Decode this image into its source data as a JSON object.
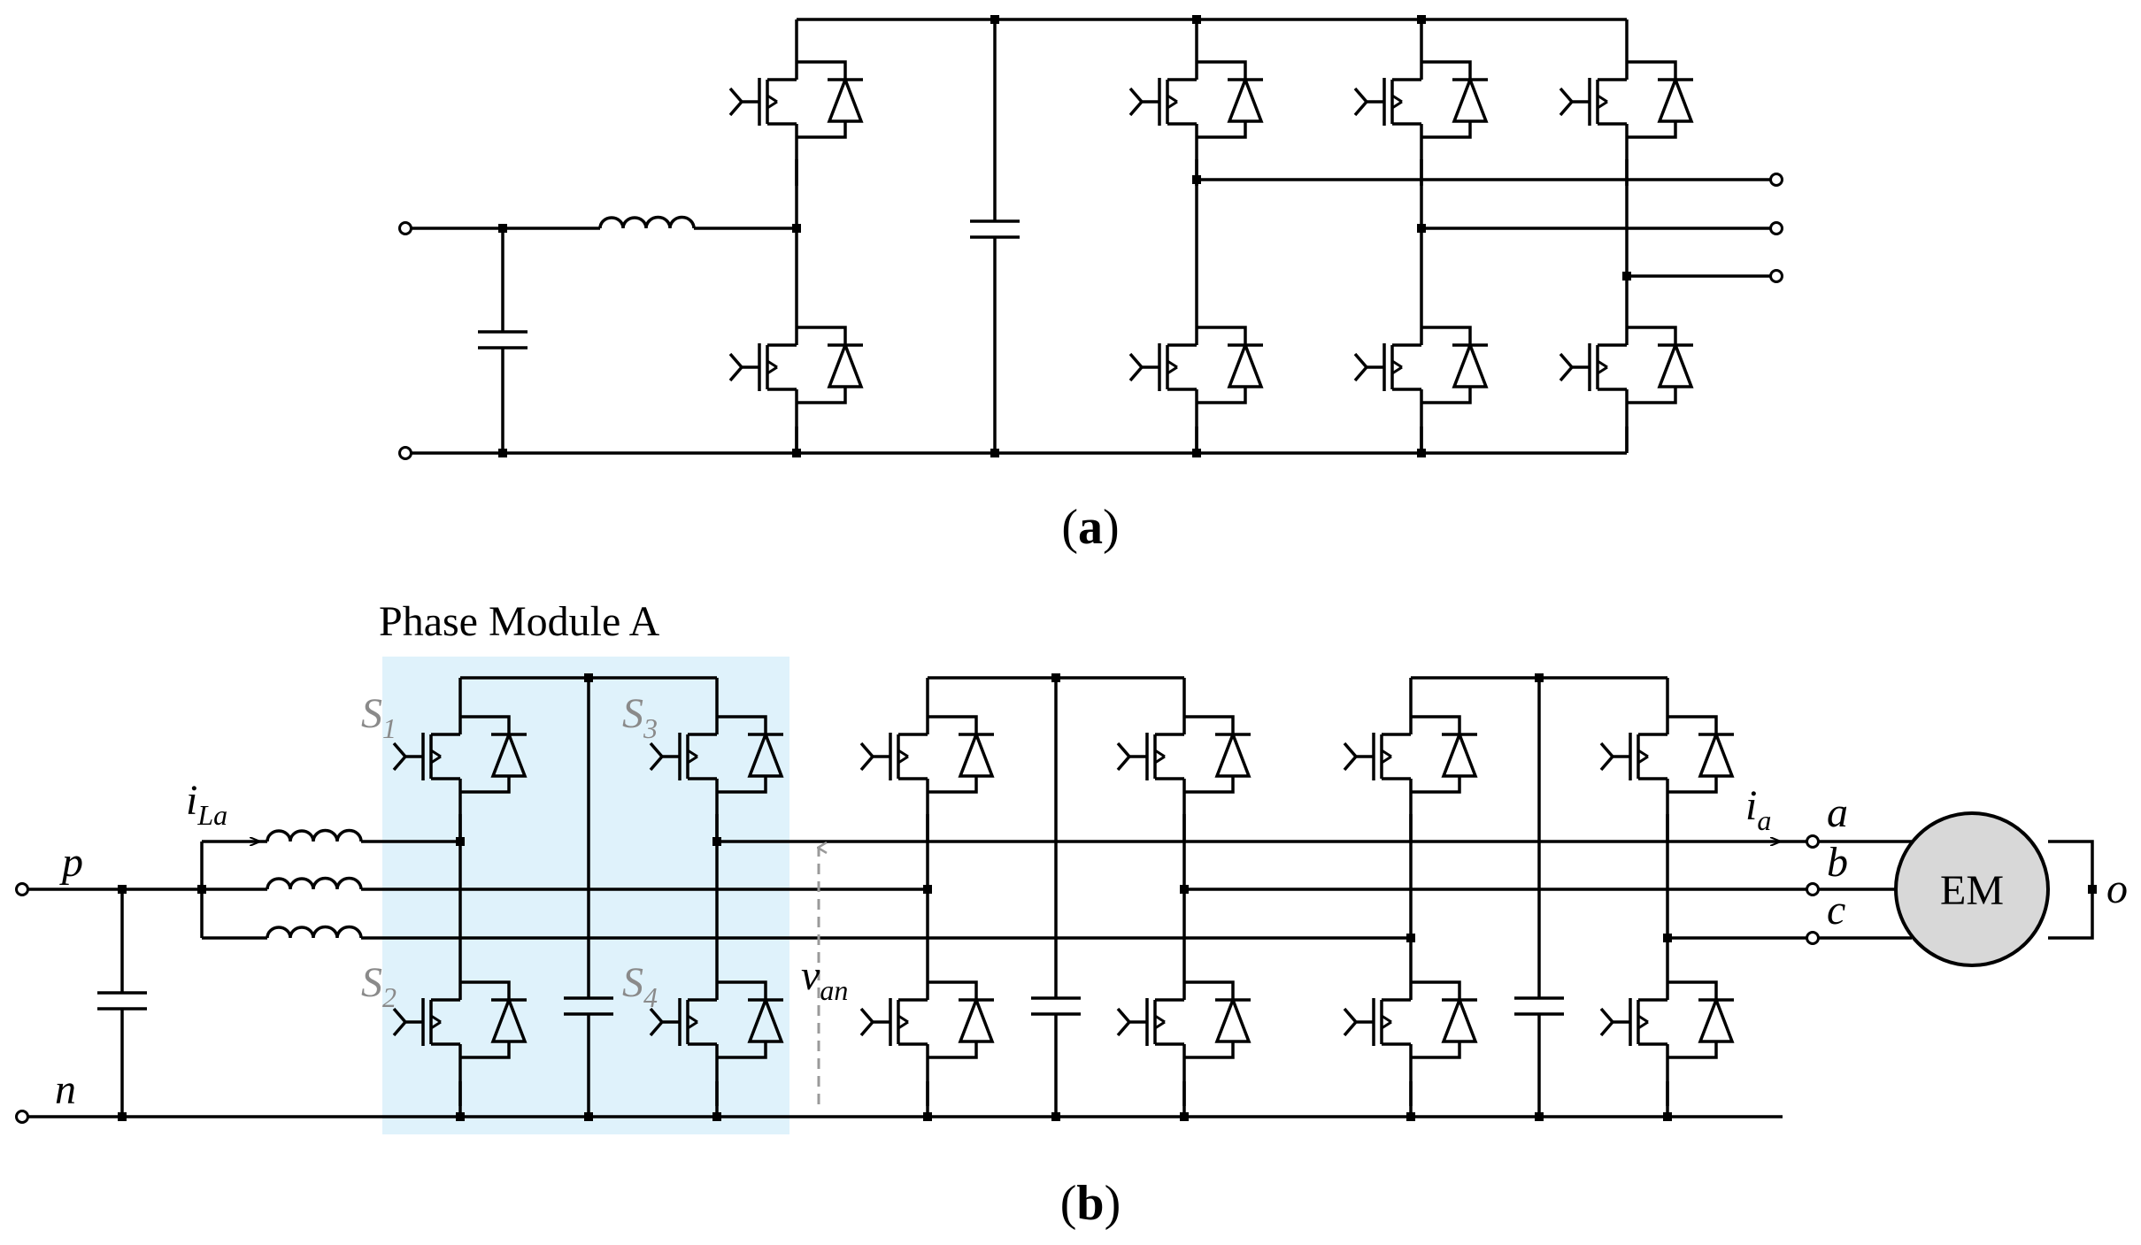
{
  "captions": {
    "a": "(a)",
    "b": "(b)"
  },
  "bold_letters": {
    "a": "a",
    "b": "b"
  },
  "module_title": "Phase Module A",
  "colors": {
    "module_highlight": "#dff2fb",
    "motor_fill": "#d8d8d8",
    "wire": "#000000",
    "sense_arrow": "#9a9a9a",
    "switch_label": "#8a8a8a"
  },
  "labels": {
    "p": "p",
    "n": "n",
    "iLa_main": "i",
    "iLa_sub": "La",
    "ia_main": "i",
    "ia_sub": "a",
    "a": "a",
    "b": "b",
    "c": "c",
    "o": "o",
    "van_main": "v",
    "van_sub": "an",
    "motor": "EM",
    "switches": [
      {
        "main": "S",
        "sub": "1"
      },
      {
        "main": "S",
        "sub": "2"
      },
      {
        "main": "S",
        "sub": "3"
      },
      {
        "main": "S",
        "sub": "4"
      }
    ]
  }
}
